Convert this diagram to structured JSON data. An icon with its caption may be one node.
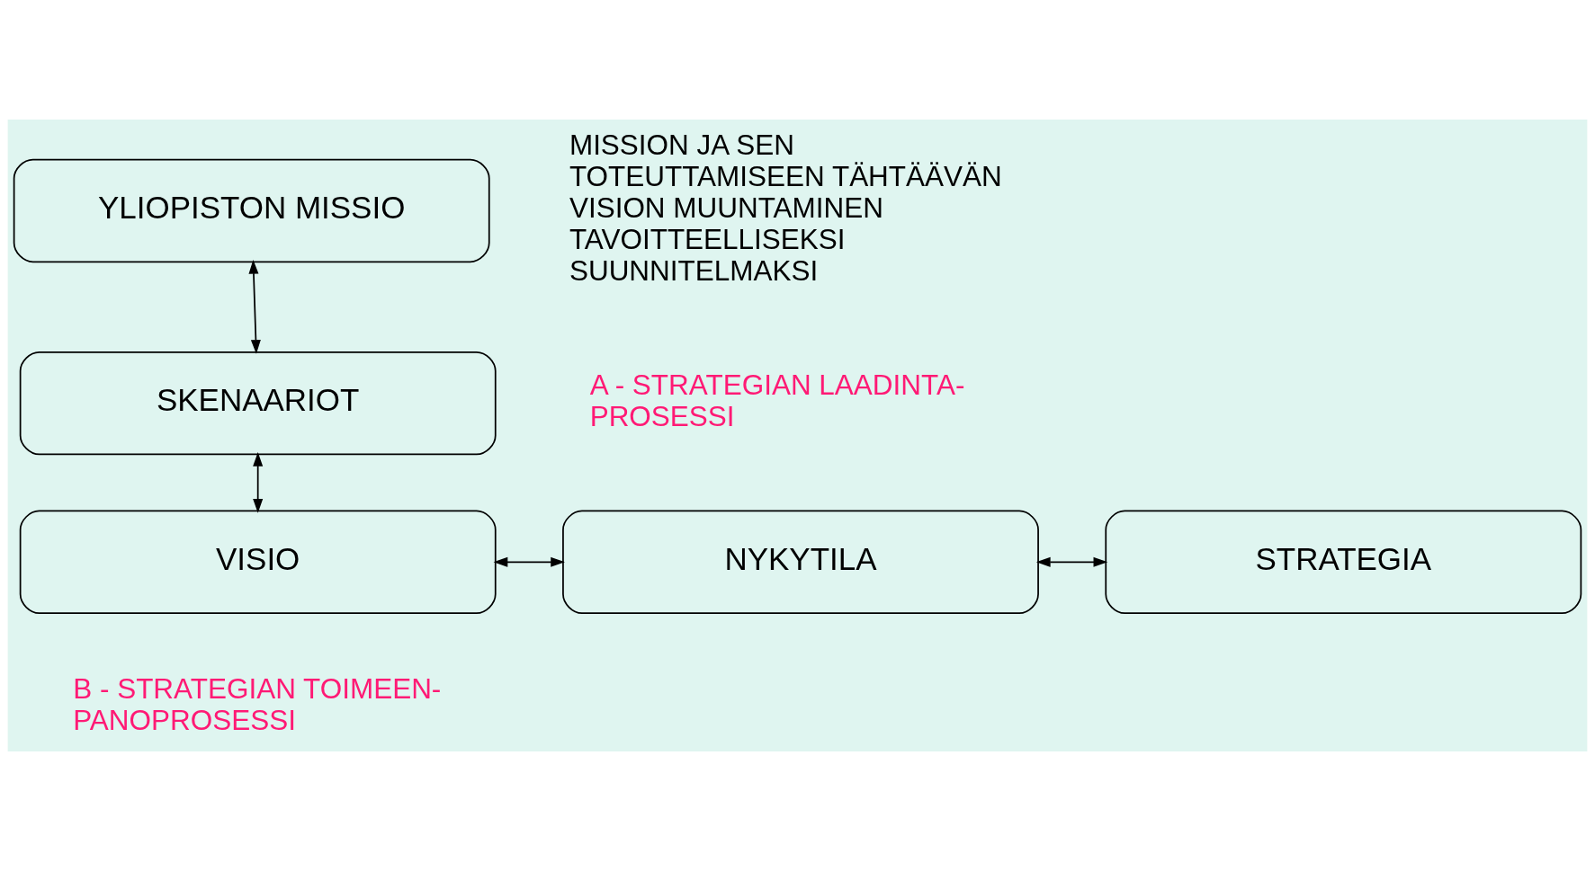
{
  "diagram": {
    "nodes": [
      {
        "text": [
          "YLIOPISTON MISSIO"
        ]
      },
      {
        "text": [
          "SKENAARIOT"
        ]
      },
      {
        "text": [
          "VISIO"
        ]
      },
      {
        "text": [
          "NYKYTILA"
        ]
      },
      {
        "text": [
          "STRATEGIA"
        ]
      }
    ],
    "edges": [
      {
        "from": 0,
        "to": 1,
        "arrow": "both"
      },
      {
        "from": 1,
        "to": 2,
        "arrow": "both"
      },
      {
        "from": 2,
        "to": 3,
        "arrow": "both"
      },
      {
        "from": 3,
        "to": 4,
        "arrow": "both"
      }
    ],
    "labels": [
      "MISSION JA SEN TOTEUTTAMISEEN TÄHTÄÄVÄN VISION MUUNTAMINEN TAVOITTEELLISEKSI SUUNNITELMAKSI",
      "A - STRATEGIAN LAADINTA- PROSESSI",
      "B - STRATEGIAN TOIMEEN- PANOPROSESSI"
    ]
  }
}
